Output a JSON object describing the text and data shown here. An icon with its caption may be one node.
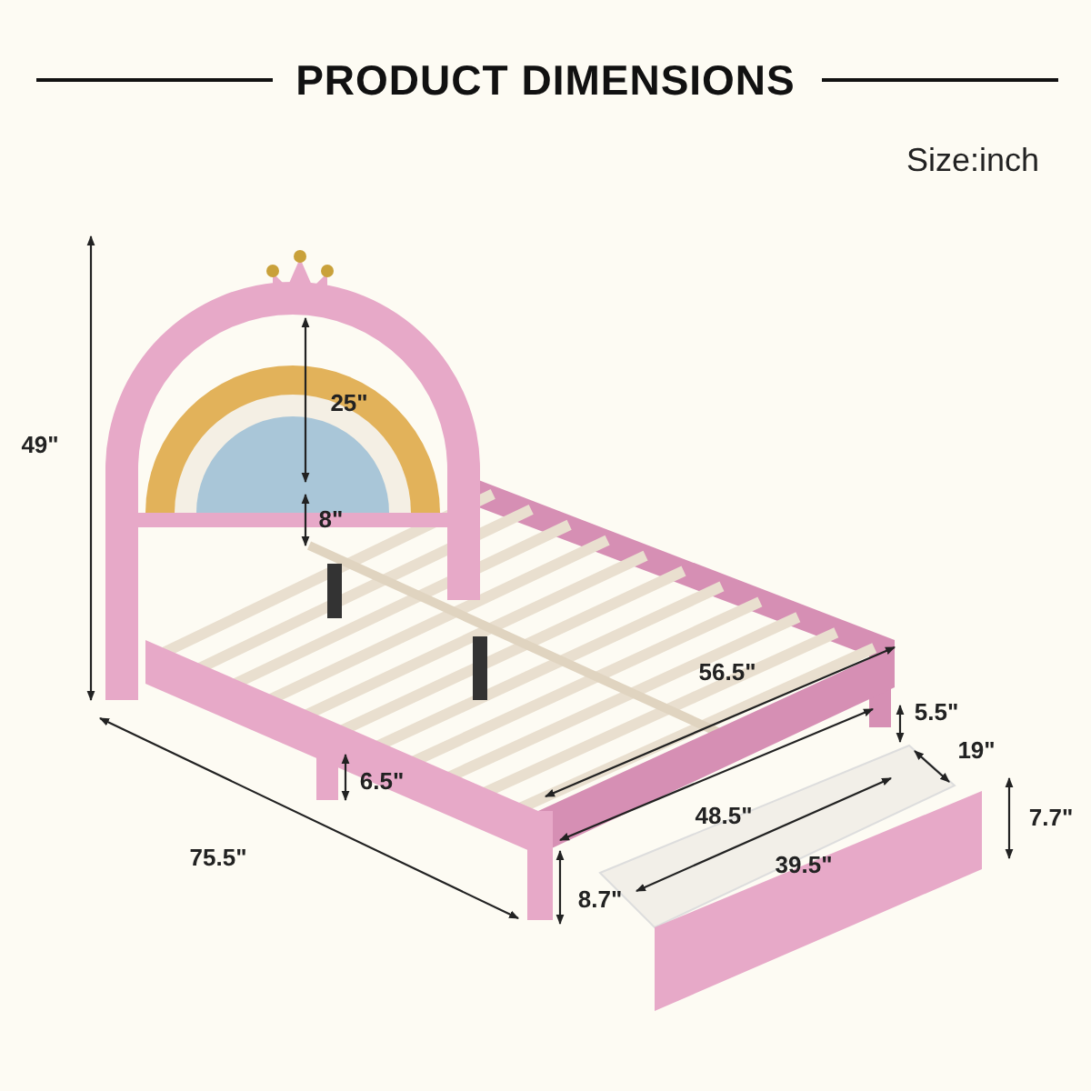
{
  "diagram": {
    "title": "PRODUCT DIMENSIONS",
    "labels": [
      "Size:inch",
      "49\"",
      "25\"",
      "8\"",
      "56.5\"",
      "48.5\"",
      "5.5\"",
      "7.7\"",
      "6.5\"",
      "19\"",
      "39.5\"",
      "75.5\"",
      "8.7\""
    ]
  }
}
